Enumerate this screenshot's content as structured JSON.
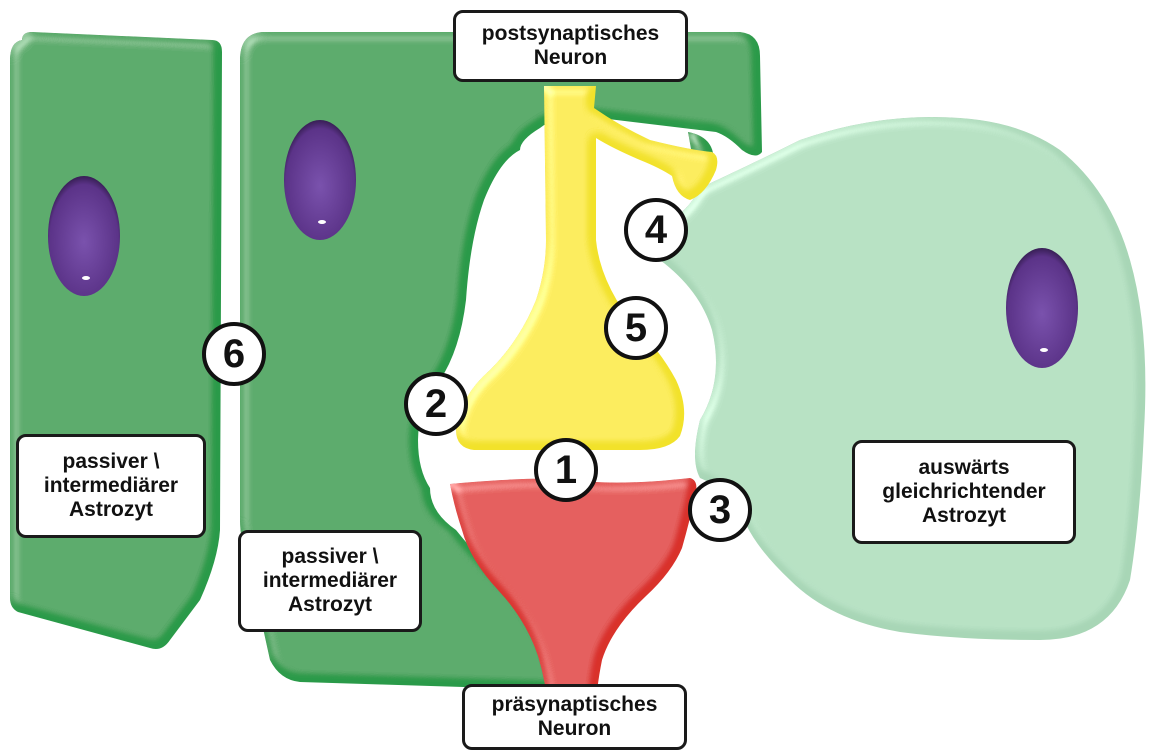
{
  "colors": {
    "astrocyte_dark": "#2a9a49",
    "astrocyte_light": "#a8d6b6",
    "nucleus": "#6a3f9a",
    "postsynaptic": "#f2e22c",
    "presynaptic": "#d9312c",
    "label_border": "#1a1a1a"
  },
  "labels": {
    "postsynaptic": {
      "line1": "postsynaptisches",
      "line2": "Neuron"
    },
    "presynaptic": {
      "line1": "präsynaptisches",
      "line2": "Neuron"
    },
    "astrocyte_left": {
      "line1": "passiver \\",
      "line2": "intermediärer",
      "line3": "Astrozyt"
    },
    "astrocyte_middle": {
      "line1": "passiver \\",
      "line2": "intermediärer",
      "line3": "Astrozyt"
    },
    "astrocyte_right": {
      "line1": "auswärts",
      "line2": "gleichrichtender",
      "line3": "Astrozyt"
    }
  },
  "markers": {
    "m1": "1",
    "m2": "2",
    "m3": "3",
    "m4": "4",
    "m5": "5",
    "m6": "6"
  }
}
